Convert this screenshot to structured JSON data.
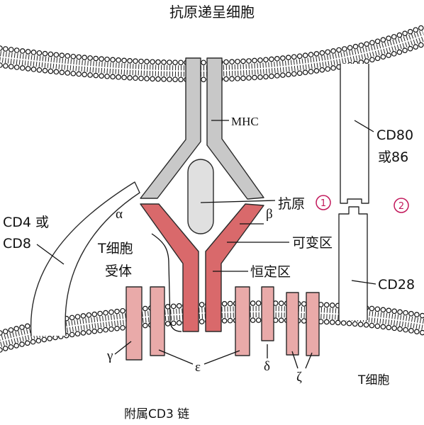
{
  "title": "抗原递呈细胞",
  "labels": {
    "mhc": "MHC",
    "cd80_line1": "CD80",
    "cd80_line2": "或86",
    "antigen": "抗原",
    "marker1": "1",
    "marker2": "2",
    "alpha": "α",
    "beta": "β",
    "variable_region": "可变区",
    "cd4_line1": "CD4 或",
    "cd4_line2": "CD8",
    "tcr_line1": "T细胞",
    "tcr_line2": "受体",
    "constant_region": "恒定区",
    "cd28": "CD28",
    "gamma": "γ",
    "epsilon": "ε",
    "delta": "δ",
    "zeta": "ζ",
    "t_cell": "T细胞",
    "cd3": "附属CD3 链"
  },
  "colors": {
    "mhc": "#c8c8c8",
    "antigen": "#e0e0e0",
    "tcr": "#d9696b",
    "cd3": "#e9aaa9",
    "receptor_white": "#ffffff",
    "marker": "#c2185b"
  }
}
